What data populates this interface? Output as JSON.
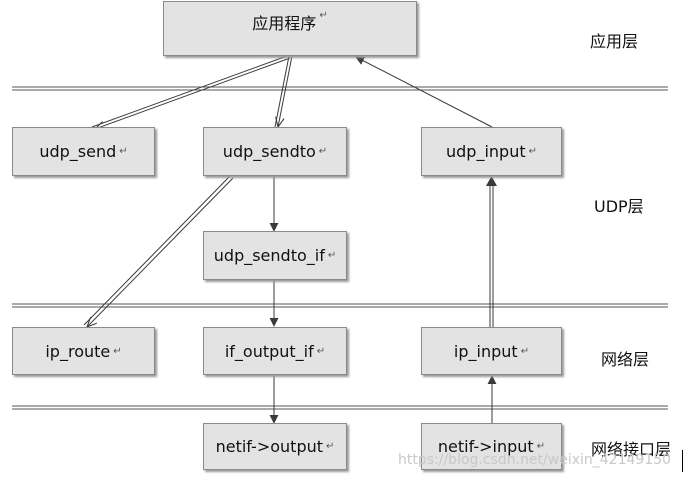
{
  "layers": {
    "application": "应用层",
    "udp": "UDP层",
    "network": "网络层",
    "netif": "网络接口层"
  },
  "boxes": {
    "app": "应用程序",
    "udp_send": "udp_send",
    "udp_sendto": "udp_sendto",
    "udp_input": "udp_input",
    "udp_sendto_if": "udp_sendto_if",
    "ip_route": "ip_route",
    "if_output_if": "if_output_if",
    "ip_input": "ip_input",
    "netif_output": "netif->output",
    "netif_input": "netif->input"
  },
  "paragraph_mark": "↵",
  "watermark": "https://blog.csdn.net/weixin_42149150"
}
